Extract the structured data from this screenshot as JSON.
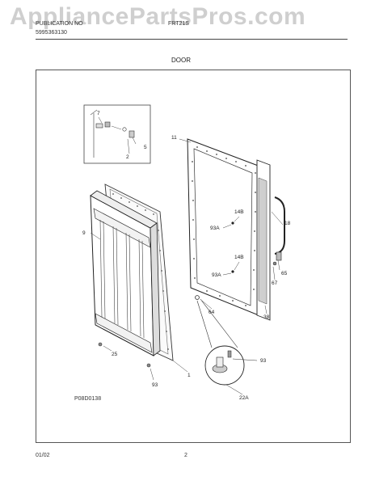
{
  "watermark": "AppliancePartsPros.com",
  "header": {
    "left_line1": "PUBLICATION NO",
    "left_line2": "5995363130",
    "right_line1": "FRT21S",
    "section": "DOOR"
  },
  "figure_code": "P08D0138",
  "footer": {
    "date": "01/02",
    "page": "2"
  },
  "callouts": {
    "c7": "7",
    "c5": "5",
    "c2": "2",
    "c11": "11",
    "c9": "9",
    "c14b_top": "14B",
    "c93a_top": "93A",
    "c18": "18",
    "c14b_bottom": "14B",
    "c93a_bottom": "93A",
    "c65": "65",
    "c67": "67",
    "c64": "64",
    "c38": "38",
    "c25": "25",
    "c93_left": "93",
    "c1": "1",
    "c93_right": "93",
    "c22a": "22A"
  }
}
